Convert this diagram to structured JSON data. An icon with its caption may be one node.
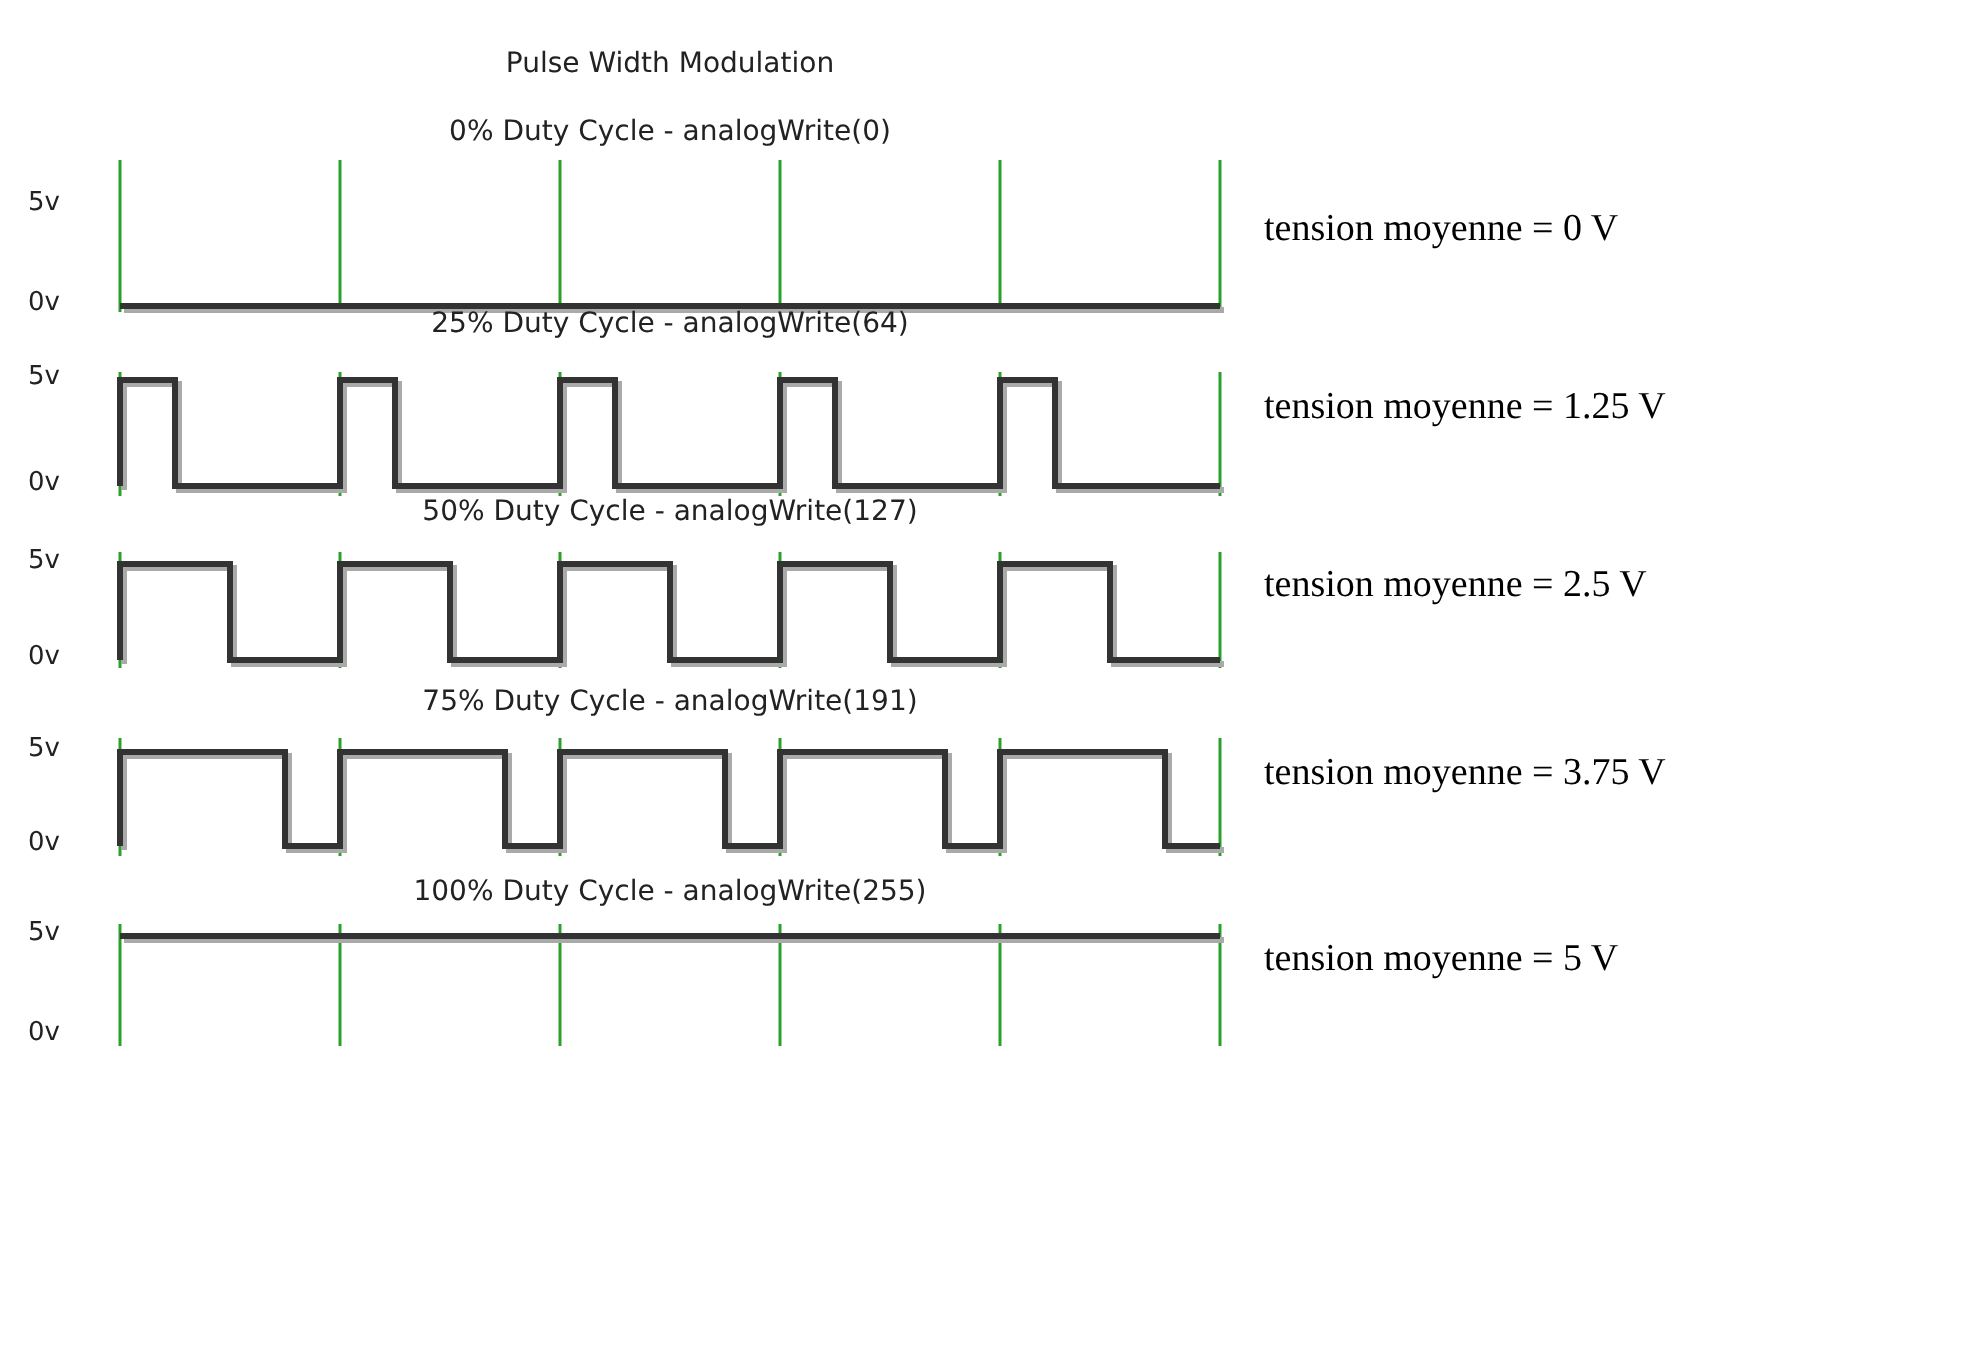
{
  "diagram": {
    "title": "Pulse Width Modulation",
    "labels": [
      "0% Duty Cycle - analogWrite(0)",
      "5v",
      "0v",
      "tension moyenne = 0 V",
      "25% Duty Cycle - analogWrite(64)",
      "5v",
      "0v",
      "tension moyenne = 1.25 V",
      "50% Duty Cycle - analogWrite(127)",
      "5v",
      "0v",
      "tension moyenne = 2.5 V",
      "75% Duty Cycle - analogWrite(191)",
      "5v",
      "0v",
      "tension moyenne = 3.75 V",
      "100% Duty Cycle - analogWrite(255)",
      "5v",
      "0v",
      "tension moyenne = 5 V"
    ]
  }
}
